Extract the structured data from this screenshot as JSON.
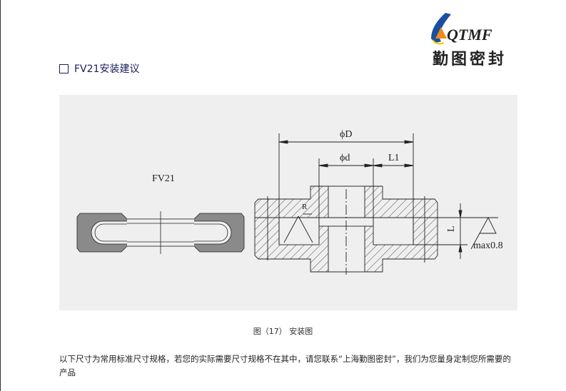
{
  "logo": {
    "brand": "QTMF",
    "name_cn": "勤图密封",
    "colors": {
      "blue": "#1a4fa0",
      "orange": "#f08a1c",
      "yellow": "#f5c400"
    }
  },
  "heading": {
    "text": "FV21安装建议"
  },
  "figure": {
    "part_label": "FV21",
    "dim_D": "ϕD",
    "dim_d": "ϕd",
    "dim_L1": "L1",
    "dim_L": "L",
    "radius": "R",
    "roughness": "max0.8"
  },
  "caption": "图（17） 安装图",
  "paragraph": "以下尺寸为常用标准尺寸规格，若您的实际需要尺寸规格不在其中，请您联系“上海勤图密封”，我们为您量身定制您所需要的产品"
}
